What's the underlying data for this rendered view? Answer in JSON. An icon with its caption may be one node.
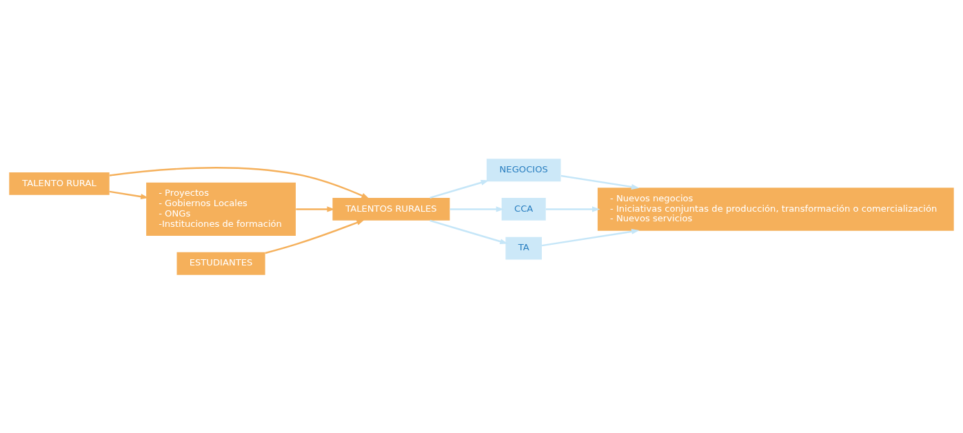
{
  "diagram": {
    "nodes": [
      {
        "text": [
          "TALENTOS RURALES"
        ]
      },
      {
        "text": [
          "NEGOCIOS"
        ]
      },
      {
        "text": [
          "CCA"
        ]
      },
      {
        "text": [
          "TA"
        ]
      },
      {
        "text": [
          "- Nuevos negocios",
          "- Iniciativas conjuntas de producción, transformación o comercialización",
          "- Nuevos servicios"
        ]
      },
      {
        "text": [
          "TALENTO RURAL"
        ]
      },
      {
        "text": [
          "- Proyectos",
          "- Gobiernos Locales",
          "- ONGs",
          "-Instituciones de formación"
        ]
      },
      {
        "text": [
          "ESTUDIANTES"
        ]
      }
    ],
    "edges": [
      {
        "from": 0,
        "to": 1,
        "arrow": "to",
        "color": "#c5e6f8"
      },
      {
        "from": 0,
        "to": 2,
        "arrow": "to",
        "color": "#c5e6f8"
      },
      {
        "from": 0,
        "to": 3,
        "arrow": "to",
        "color": "#c5e6f8"
      },
      {
        "from": 1,
        "to": 4,
        "arrow": "to",
        "color": "#c5e6f8"
      },
      {
        "from": 2,
        "to": 4,
        "arrow": "to",
        "color": "#c5e6f8"
      },
      {
        "from": 3,
        "to": 4,
        "arrow": "to",
        "color": "#c5e6f8"
      },
      {
        "from": 5,
        "to": 0,
        "arrow": "to",
        "color": "#f5b05b"
      },
      {
        "from": 6,
        "to": 0,
        "arrow": "to",
        "color": "#f5b05b"
      },
      {
        "from": 7,
        "to": 0,
        "arrow": "to",
        "color": "#f5b05b"
      },
      {
        "from": 5,
        "to": 6,
        "arrow": "to",
        "color": "#f5b05b"
      }
    ]
  }
}
